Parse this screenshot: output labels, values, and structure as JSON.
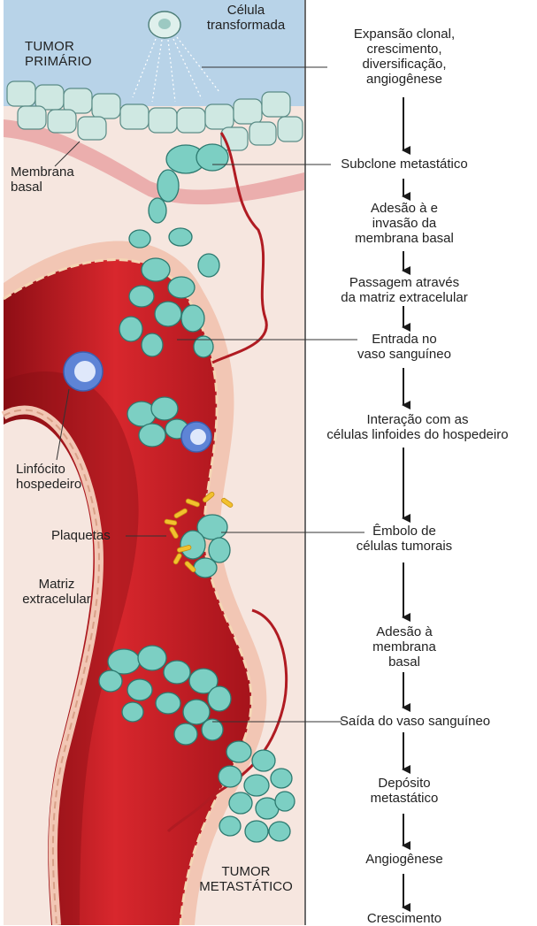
{
  "diagram": {
    "left_labels": {
      "tumor_primario": "TUMOR\nPRIMÁRIO",
      "celula_transformada": "Célula\ntransformada",
      "membrana_basal": "Membrana\nbasal",
      "linfocito": "Linfócito\nhospedeiro",
      "plaquetas": "Plaquetas",
      "matriz": "Matriz\nextracelular",
      "tumor_metastatico": "TUMOR\nMETASTÁTICO"
    },
    "steps": [
      "Expansão clonal,\ncrescimento,\ndiversificação,\nangiogênese",
      "Subclone metastático",
      "Adesão à e\ninvasão da\nmembrana basal",
      "Passagem através\nda matriz extracelular",
      "Entrada no\nvaso sanguíneo",
      "Interação com as\ncélulas linfoides do hospedeiro",
      "Êmbolo de\ncélulas tumorais",
      "Adesão à\nmembrana\nbasal",
      "Saída do vaso sanguíneo",
      "Depósito\nmetastático",
      "Angiogênese",
      "Crescimento"
    ],
    "colors": {
      "sky": "#b8d3e8",
      "tissue": "#f6e4dc",
      "vessel_dark": "#a8141c",
      "vessel_light": "#d3242b",
      "vessel_wall": "#f1c9a8",
      "cell_fill": "#7ccfc3",
      "cell_nucleus": "#3b9a8e",
      "lymphocyte": "#5e84d6",
      "platelet": "#f2c12e",
      "arrow": "#1a1a1a"
    }
  }
}
